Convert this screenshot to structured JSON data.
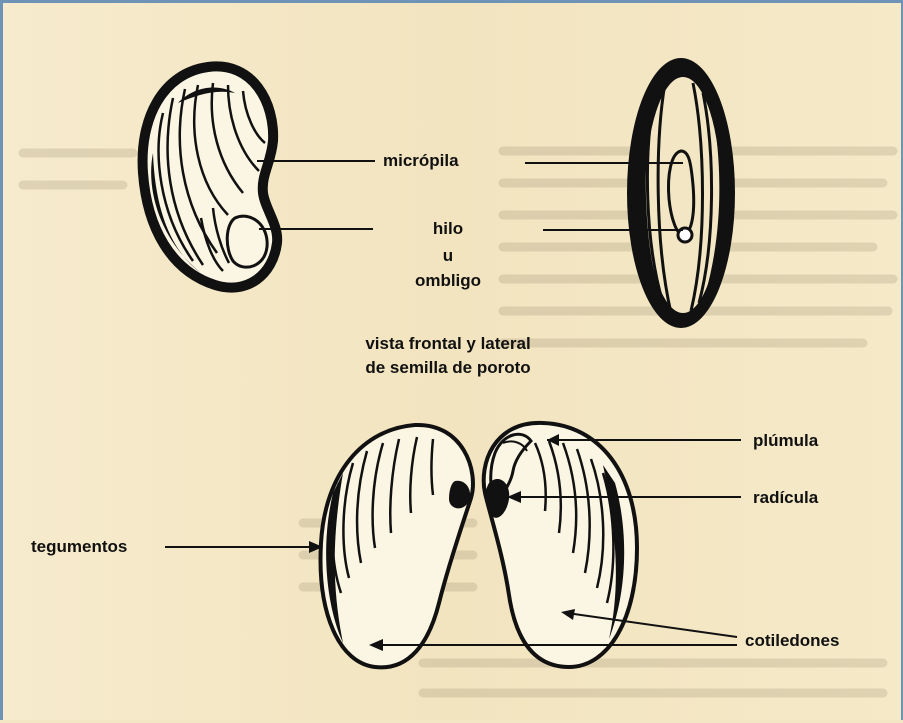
{
  "labels": {
    "micropila": "micrópila",
    "hilo_line1": "hilo",
    "hilo_line2": "u",
    "hilo_line3": "ombligo",
    "caption_line1": "vista frontal y lateral",
    "caption_line2": "de semilla de poroto",
    "plumula": "plúmula",
    "radicula": "radícula",
    "tegumentos": "tegumentos",
    "cotiledones": "cotiledones"
  },
  "colors": {
    "background": "#f3e6c4",
    "frame": "#6f93b7",
    "ink": "#111111"
  }
}
